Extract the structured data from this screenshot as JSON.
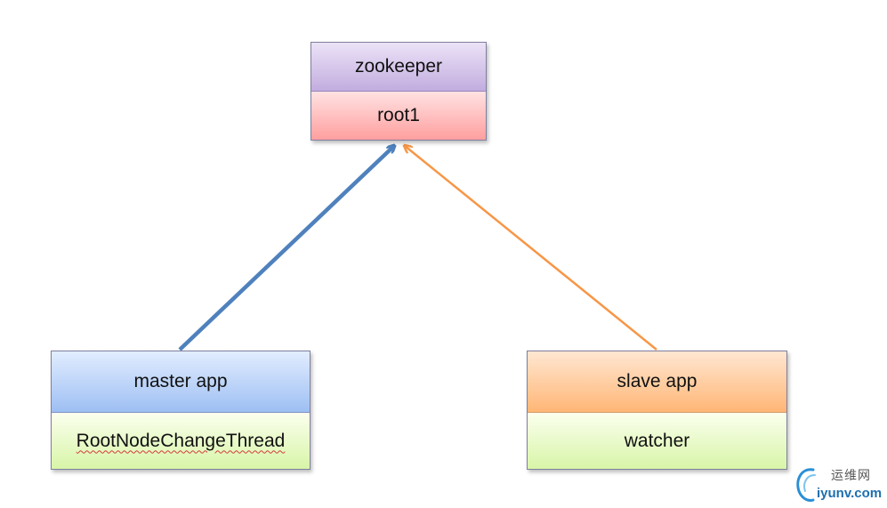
{
  "diagram": {
    "zookeeper": {
      "title": "zookeeper",
      "node": "root1"
    },
    "master": {
      "title": "master app",
      "thread": "RootNodeChangeThread"
    },
    "slave": {
      "title": "slave app",
      "component": "watcher"
    },
    "arrows": [
      {
        "from": "master app",
        "to": "root1",
        "color": "#4f81bd"
      },
      {
        "from": "slave app",
        "to": "root1",
        "color": "#f79646"
      }
    ]
  },
  "watermark": {
    "chinese": "运维网",
    "domain": "iyunv.com",
    "color": "#1d6faf"
  }
}
